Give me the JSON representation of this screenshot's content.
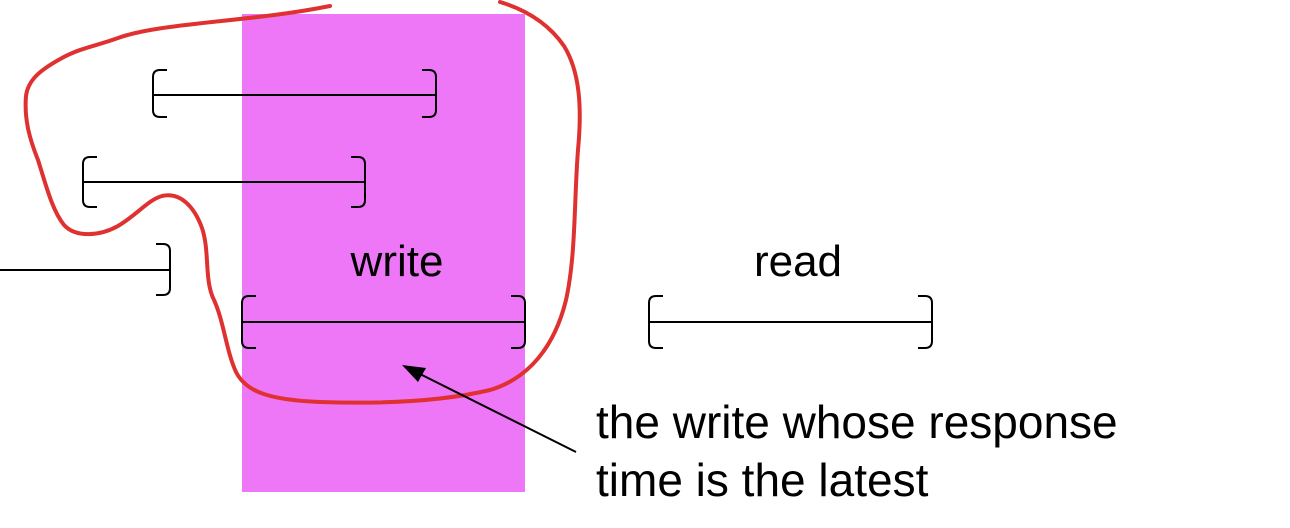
{
  "labels": {
    "write": "write",
    "read": "read"
  },
  "annotation": {
    "line1": "the write whose response",
    "line2": "time is the latest"
  },
  "colors": {
    "highlight": "#ee77f7",
    "outline": "#e03131",
    "ink": "#000000"
  }
}
